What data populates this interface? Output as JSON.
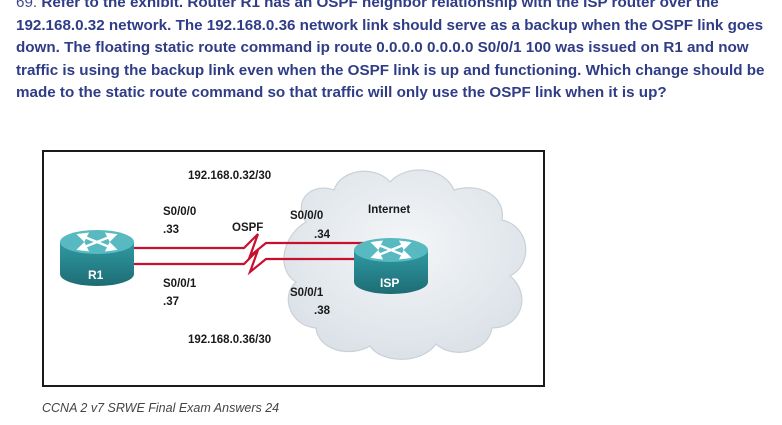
{
  "question": {
    "number": "69.",
    "text": "Refer to the exhibit. Router R1 has an OSPF neighbor relationship with the ISP router over the 192.168.0.32 network. The 192.168.0.36 network link should serve as a backup when the OSPF link goes down. The floating static route command ip route 0.0.0.0 0.0.0.0 S0/0/1 100 was issued on R1 and now traffic is using the backup link even when the OSPF link is up and functioning. Which change should be made to the static route command so that traffic will only use the OSPF link when it is up?"
  },
  "exhibit": {
    "network_top": "192.168.0.32/30",
    "network_bottom": "192.168.0.36/30",
    "protocol": "OSPF",
    "cloud_label": "Internet",
    "r1": {
      "name": "R1",
      "s000_name": "S0/0/0",
      "s000_ip": ".33",
      "s001_name": "S0/0/1",
      "s001_ip": ".37"
    },
    "isp": {
      "name": "ISP",
      "s000_name": "S0/0/0",
      "s000_ip": ".34",
      "s001_name": "S0/0/1",
      "s001_ip": ".38"
    },
    "colors": {
      "link": "#c8102e",
      "router": "#2f8f98",
      "router_top": "#56b8bf",
      "cloud": "#e6ebef"
    }
  },
  "caption": "CCNA 2 v7 SRWE Final Exam Answers 24"
}
